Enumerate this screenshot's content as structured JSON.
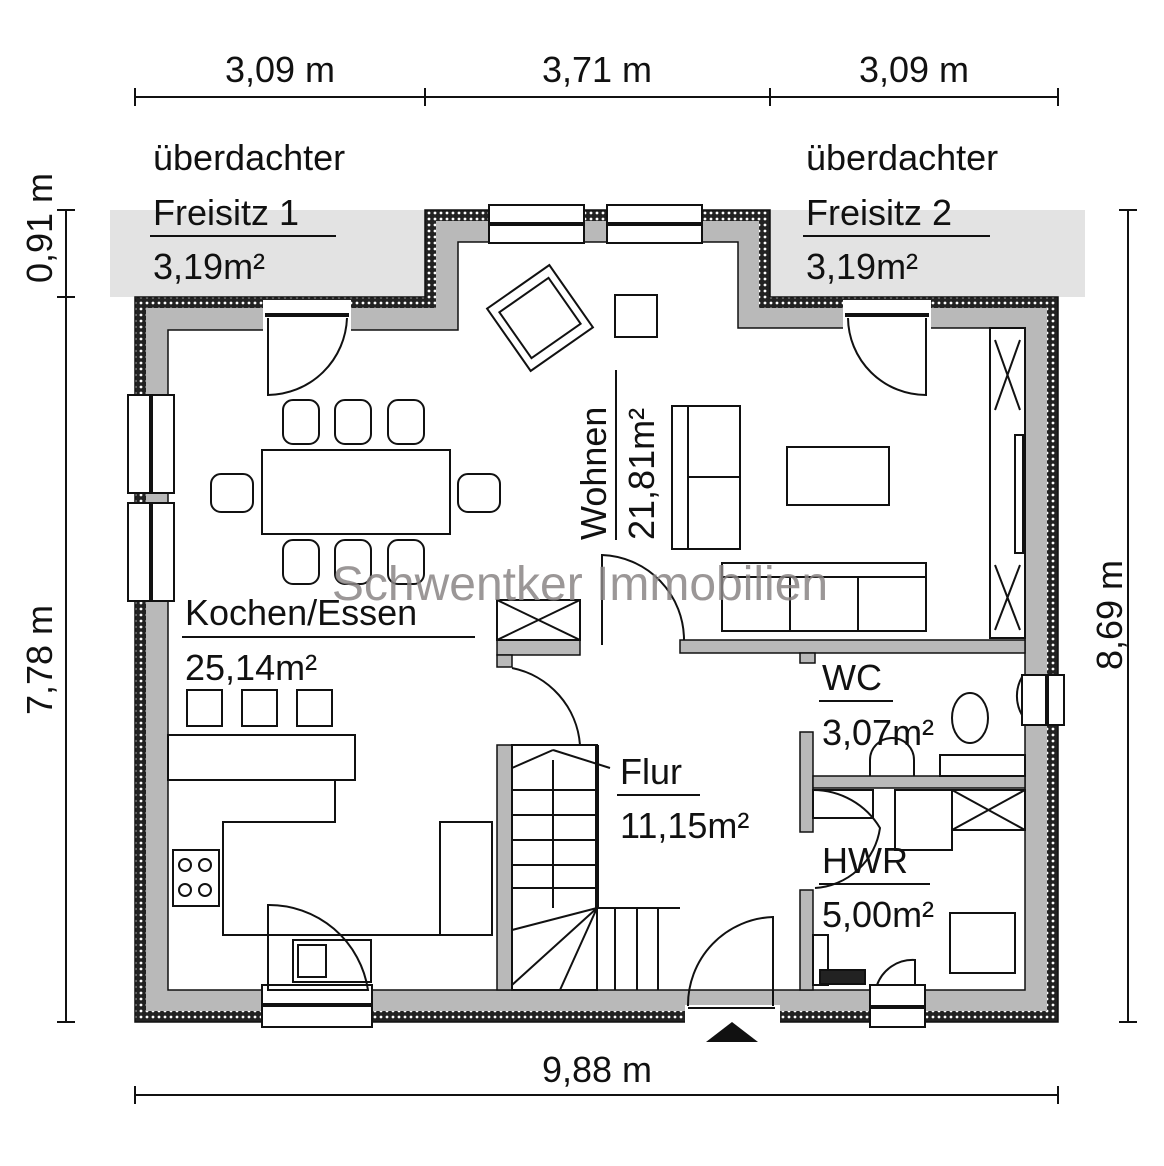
{
  "dimensions": {
    "top": [
      "3,09 m",
      "3,71 m",
      "3,09 m"
    ],
    "bottom": "9,88 m",
    "left_top": "0,91 m",
    "left": "7,78 m",
    "right": "8,69 m"
  },
  "rooms": {
    "freisitz1": {
      "line1": "überdachter",
      "line2": "Freisitz 1",
      "area": "3,19m²"
    },
    "freisitz2": {
      "line1": "überdachter",
      "line2": "Freisitz 2",
      "area": "3,19m²"
    },
    "wohnen": {
      "name": "Wohnen",
      "area": "21,81m²"
    },
    "kochen": {
      "name": "Kochen/Essen",
      "area": "25,14m²"
    },
    "flur": {
      "name": "Flur",
      "area": "11,15m²"
    },
    "wc": {
      "name": "WC",
      "area": "3,07m²"
    },
    "hwr": {
      "name": "HWR",
      "area": "5,00m²"
    }
  },
  "watermark": "Schwentker Immobilien",
  "colors": {
    "wall": "#b9b9b9",
    "terrace": "#e3e3e3",
    "line": "#111111",
    "watermark": "#8a8585"
  }
}
